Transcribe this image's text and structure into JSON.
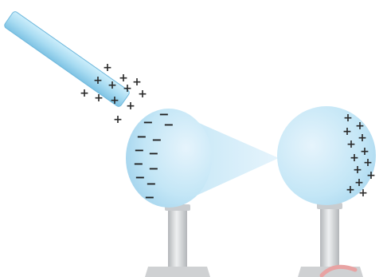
{
  "colors": {
    "background": "#ffffff",
    "conductor_light": "#e6f4fc",
    "conductor_mid": "#c3e6f6",
    "conductor_dark": "#9ed1ec",
    "rod_fill": "#a9dcf2",
    "rod_edge": "#6fb8dc",
    "stand_pole": "#d7d9db",
    "stand_pole_shade": "#b3b6b9",
    "stand_base": "#cfd1d3",
    "clip": "#e8a3a3",
    "negative_charge": "#1e1e1e",
    "positive_charge": "#2a2a2a",
    "rod_charge": "#2a2a2a"
  },
  "symbols": {
    "positive": "+",
    "negative": "−"
  },
  "charges": {
    "rod_positive_count": 12,
    "left_conductor_negative_count": 12,
    "right_conductor_positive_count": 13
  }
}
